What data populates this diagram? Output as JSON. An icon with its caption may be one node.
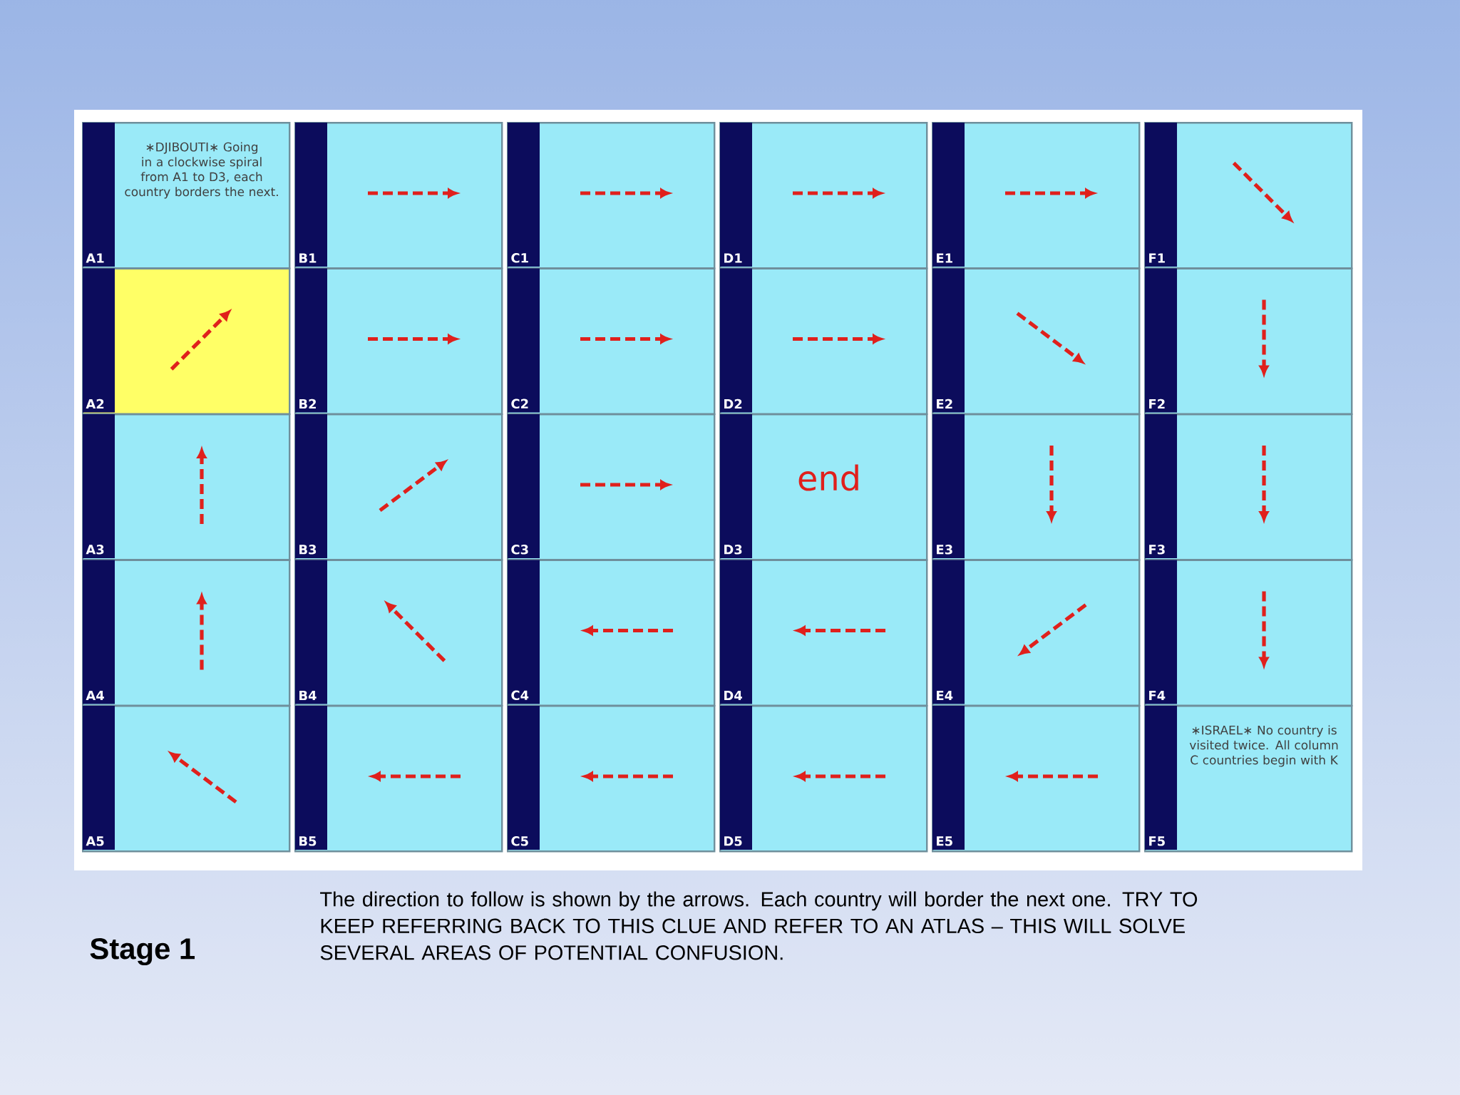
{
  "diagram": {
    "nodes": [
      {
        "text": [
          "∗DJIBOUTI∗ Going in a clockwise spiral from A1 to D3, each country borders the next.",
          "A1"
        ]
      },
      {
        "text": [
          "B1"
        ]
      },
      {
        "text": [
          "C1"
        ]
      },
      {
        "text": [
          "D1"
        ]
      },
      {
        "text": [
          "E1"
        ]
      },
      {
        "text": [
          "F1"
        ]
      },
      {
        "text": [
          "A2"
        ]
      },
      {
        "text": [
          "B2"
        ]
      },
      {
        "text": [
          "C2"
        ]
      },
      {
        "text": [
          "D2"
        ]
      },
      {
        "text": [
          "E2"
        ]
      },
      {
        "text": [
          "F2"
        ]
      },
      {
        "text": [
          "A3"
        ]
      },
      {
        "text": [
          "B3"
        ]
      },
      {
        "text": [
          "C3"
        ]
      },
      {
        "text": [
          "end",
          "D3"
        ]
      },
      {
        "text": [
          "E3"
        ]
      },
      {
        "text": [
          "F3"
        ]
      },
      {
        "text": [
          "A4"
        ]
      },
      {
        "text": [
          "B4"
        ]
      },
      {
        "text": [
          "C4"
        ]
      },
      {
        "text": [
          "D4"
        ]
      },
      {
        "text": [
          "E4"
        ]
      },
      {
        "text": [
          "F4"
        ]
      },
      {
        "text": [
          "A5"
        ]
      },
      {
        "text": [
          "B5"
        ]
      },
      {
        "text": [
          "C5"
        ]
      },
      {
        "text": [
          "D5"
        ]
      },
      {
        "text": [
          "E5"
        ]
      },
      {
        "text": [
          "∗ISRAEL∗ No country is visited twice. All column C countries begin with K",
          "F5"
        ]
      }
    ],
    "labels": [
      "Stage 1",
      "The direction to follow is shown by the arrows. Each country will border the next one. TRY TO KEEP REFERRING BACK TO THIS CLUE AND REFER TO AN ATLAS – THIS WILL SOLVE SEVERAL AREAS OF POTENTIAL CONFUSION."
    ]
  }
}
